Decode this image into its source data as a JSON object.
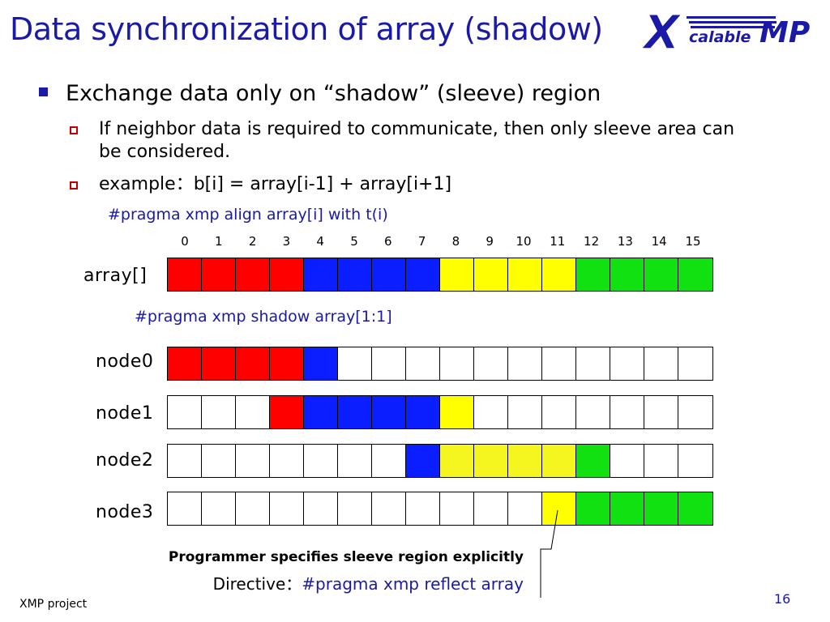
{
  "title": "Data synchronization of array (shadow)",
  "logo": {
    "x_letter": "X",
    "calable": "calable",
    "mp": "MP"
  },
  "bullets": {
    "main": "Exchange data only on “shadow” (sleeve) region",
    "sub1": "If neighbor data is required to communicate, then only sleeve area can be considered.",
    "sub2": "example：b[i] = array[i-1] + array[i+1]"
  },
  "pragma_align": "#pragma xmp align array[i] with t(i)",
  "pragma_shadow": "#pragma xmp shadow array[1:1]",
  "indices": [
    "0",
    "1",
    "2",
    "3",
    "4",
    "5",
    "6",
    "7",
    "8",
    "9",
    "10",
    "11",
    "12",
    "13",
    "14",
    "15"
  ],
  "colors": {
    "red": "#ff0000",
    "blue": "#0a1eff",
    "yellow": "#ffff00",
    "light_yellow": "#f5f520",
    "green": "#11e011",
    "white": "#ffffff",
    "accent": "#1a1aa6"
  },
  "rows": [
    {
      "label": "array[]",
      "cells": [
        "red",
        "red",
        "red",
        "red",
        "blue",
        "blue",
        "blue",
        "blue",
        "yellow",
        "yellow",
        "yellow",
        "yellow",
        "green",
        "green",
        "green",
        "green"
      ]
    },
    {
      "label": "node0",
      "cells": [
        "red",
        "red",
        "red",
        "red",
        "blue",
        "white",
        "white",
        "white",
        "white",
        "white",
        "white",
        "white",
        "white",
        "white",
        "white",
        "white"
      ]
    },
    {
      "label": "node1",
      "cells": [
        "white",
        "white",
        "white",
        "red",
        "blue",
        "blue",
        "blue",
        "blue",
        "yellow",
        "white",
        "white",
        "white",
        "white",
        "white",
        "white",
        "white"
      ]
    },
    {
      "label": "node2",
      "cells": [
        "white",
        "white",
        "white",
        "white",
        "white",
        "white",
        "white",
        "blue",
        "light_yellow",
        "light_yellow",
        "light_yellow",
        "light_yellow",
        "green",
        "white",
        "white",
        "white"
      ]
    },
    {
      "label": "node3",
      "cells": [
        "white",
        "white",
        "white",
        "white",
        "white",
        "white",
        "white",
        "white",
        "white",
        "white",
        "white",
        "yellow",
        "green",
        "green",
        "green",
        "green"
      ]
    }
  ],
  "note": "Programmer specifies sleeve region explicitly",
  "directive_label": "Directive：",
  "directive_code": "#pragma xmp reflect array",
  "footer": "XMP project",
  "page_number": "16"
}
